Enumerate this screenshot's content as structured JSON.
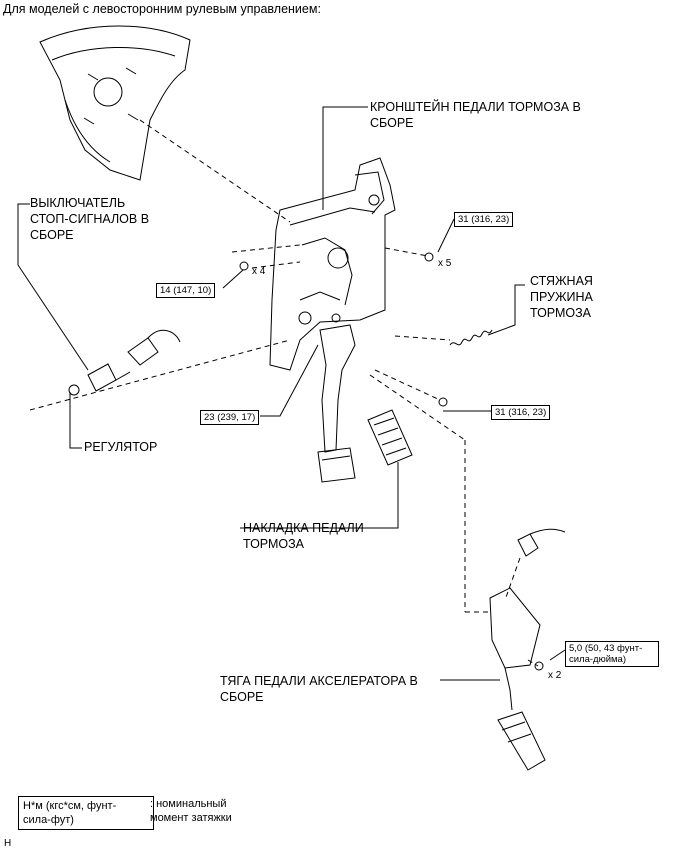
{
  "header": {
    "title": "Для моделей с левосторонним рулевым управлением:"
  },
  "labels": {
    "bracket_line1": "КРОНШТЕЙН ПЕДАЛИ ТОРМОЗА В",
    "bracket_line2": "СБОРЕ",
    "switch_line1": "ВЫКЛЮЧАТЕЛЬ",
    "switch_line2": "СТОП-СИГНАЛОВ В",
    "switch_line3": "СБОРЕ",
    "regulator": "РЕГУЛЯТОР",
    "spring_line1": "СТЯЖНАЯ",
    "spring_line2": "ПРУЖИНА",
    "spring_line3": "ТОРМОЗА",
    "pad_line1": "НАКЛАДКА ПЕДАЛИ",
    "pad_line2": "ТОРМОЗА",
    "accel_line1": "ТЯГА ПЕДАЛИ АКСЕЛЕРАТОРА В",
    "accel_line2": "СБОРЕ"
  },
  "torques": {
    "t_bolt_x5": "31 (316, 23)",
    "t_nut_x4": "14 (147, 10)",
    "t_pivot": "23 (239, 17)",
    "t_nut_right": "31 (316, 23)",
    "t_accel_line1": "5,0 (50, 43 фунт-",
    "t_accel_line2": "сила-дюйма)"
  },
  "quantities": {
    "x5": "x 5",
    "x4": "x 4",
    "x2": "x 2"
  },
  "legend": {
    "unit_line1": "Н*м (кгс*см, фунт-",
    "unit_line2": "сила-фут)",
    "desc_line1": ": номинальный",
    "desc_line2": "момент затяжки"
  },
  "footer": {
    "code": "H"
  }
}
